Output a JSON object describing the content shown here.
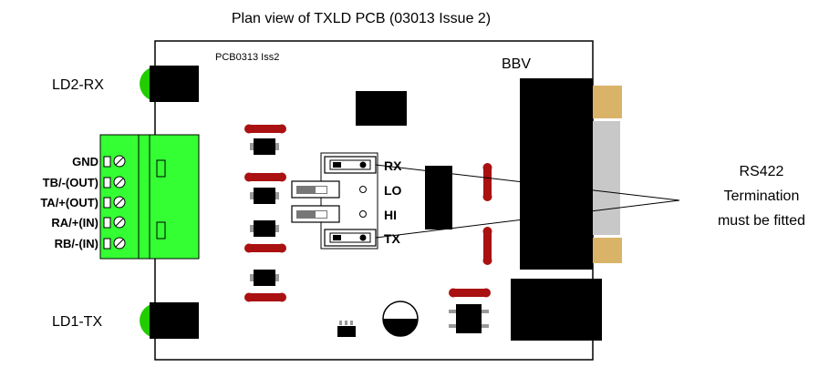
{
  "title": "Plan view of TXLD PCB (03013 Issue 2)",
  "board": {
    "silkscreen": "PCB0313   Iss2",
    "connector_label": "BBV"
  },
  "leds": {
    "top": "LD2-RX",
    "bottom": "LD1-TX"
  },
  "terminal_labels": [
    "GND",
    "TB/-(OUT)",
    "TA/+(OUT)",
    "RA/+(IN)",
    "RB/-(IN)"
  ],
  "jumper_labels": {
    "rx": "RX",
    "lo": "LO",
    "hi": "HI",
    "tx": "TX"
  },
  "annotation": {
    "line1": "RS422",
    "line2": "Termination",
    "line3": "must be fitted"
  },
  "colors": {
    "led_green": "#22cc00",
    "terminal_green": "#33ff33",
    "resistor_red": "#aa1111",
    "connector_tan": "#d9b368",
    "connector_grey": "#c8c8c8"
  }
}
